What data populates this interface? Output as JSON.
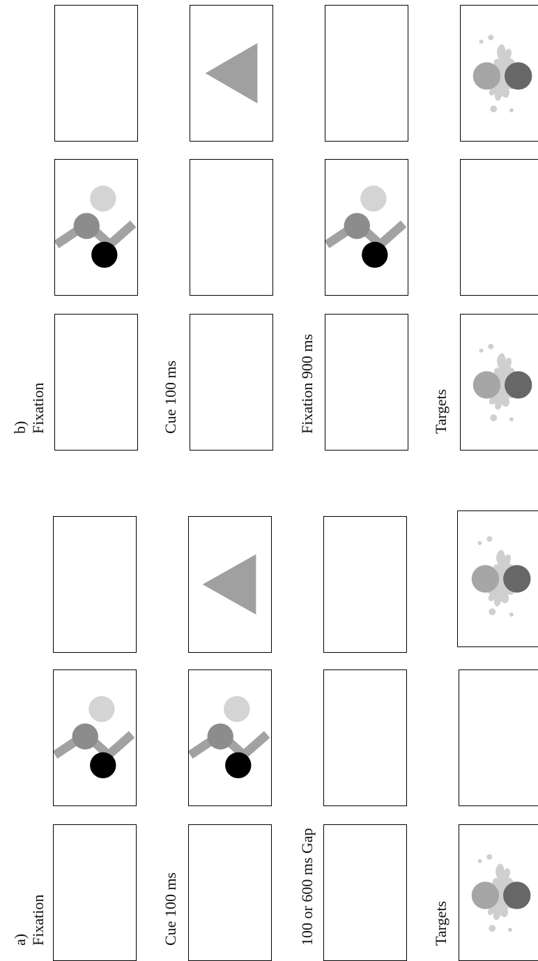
{
  "panel_a": {
    "letter": "a)",
    "rows": [
      {
        "label": "Fixation"
      },
      {
        "label": "Cue 100 ms"
      },
      {
        "label": "100 or 600 ms Gap"
      },
      {
        "label": "Targets"
      }
    ]
  },
  "panel_b": {
    "letter": "b)",
    "rows": [
      {
        "label": "Fixation"
      },
      {
        "label": "Cue 100 ms"
      },
      {
        "label": "Fixation 900 ms"
      },
      {
        "label": "Targets"
      }
    ]
  },
  "colors": {
    "outline": "#000000",
    "zigzag": "#a2a2a2",
    "cue_triangle": "#a0a0a0",
    "circle_light": "#d4d4d4",
    "circle_mid": "#8c8c8c",
    "circle_dark": "#000000",
    "target_left": "#a6a6a6",
    "target_right": "#676767",
    "target_splash": "#cfcfcf"
  }
}
